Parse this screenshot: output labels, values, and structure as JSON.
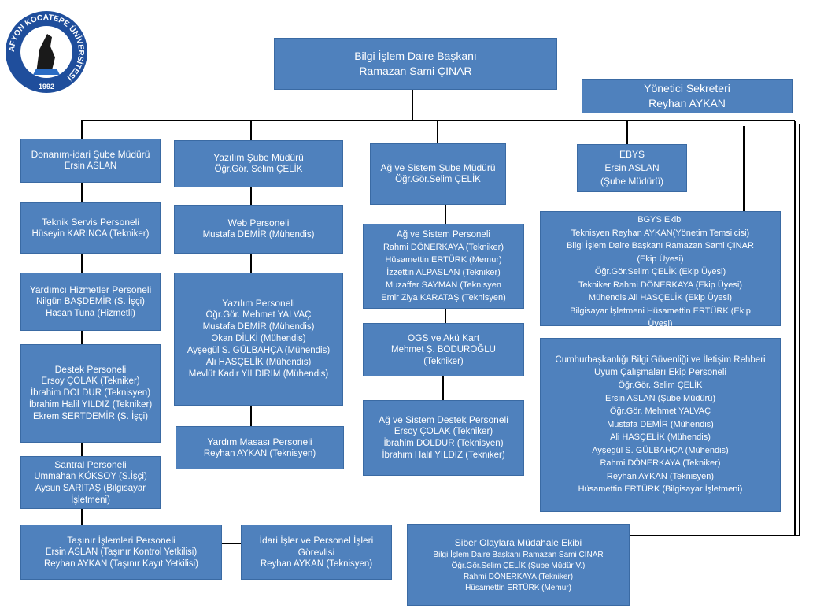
{
  "colors": {
    "box": "#4f81bd",
    "line": "#000000"
  },
  "logo": {
    "text": "AFYON KOCATEPE ÜNİVERSİTESİ",
    "year": "1992"
  },
  "top": {
    "title": "Bilgi İşlem Daire Başkanı",
    "name": "Ramazan Sami ÇINAR"
  },
  "secretary": {
    "title": "Yönetici Sekreteri",
    "name": "Reyhan AYKAN"
  },
  "donanim": {
    "title": "Donanım-idari Şube Müdürü",
    "lines": [
      "Ersin ASLAN"
    ]
  },
  "teknik_servis": {
    "title": "Teknik Servis Personeli",
    "lines": [
      "Hüseyin KARINCA (Tekniker)"
    ]
  },
  "yardimci": {
    "title": "Yardımcı Hizmetler Personeli",
    "lines": [
      "Nilgün BAŞDEMİR (S. İşçi)",
      "Hasan Tuna (Hizmetli)"
    ]
  },
  "destek": {
    "title": "Destek Personeli",
    "lines": [
      "Ersoy ÇOLAK (Tekniker)",
      "İbrahim DOLDUR (Teknisyen)",
      "İbrahim Halil YILDIZ (Tekniker)",
      "Ekrem SERTDEMİR (S. İşçi)"
    ]
  },
  "santral": {
    "title": "Santral  Personeli",
    "lines": [
      "Ummahan KÖKSOY (S.İşçi)",
      "Aysun SARITAŞ (Bilgisayar İşletmeni)"
    ]
  },
  "tasinir": {
    "title": "Taşınır İşlemleri Personeli",
    "lines": [
      "Ersin ASLAN (Taşınır Kontrol   Yetkilisi)",
      "Reyhan AYKAN (Taşınır Kayıt Yetkilisi)"
    ]
  },
  "idari": {
    "title": "İdari  İşler ve Personel  İşleri Görevlisi",
    "lines": [
      "Reyhan AYKAN (Teknisyen)"
    ]
  },
  "yazilim_sube": {
    "title": "Yazılım Şube Müdürü",
    "lines": [
      "Öğr.Gör. Selim ÇELİK"
    ]
  },
  "web": {
    "title": "Web Personeli",
    "lines": [
      "Mustafa DEMİR (Mühendis)"
    ]
  },
  "yazilim_per": {
    "title": "Yazılım Personeli",
    "lines": [
      "Öğr.Gör. Mehmet YALVAÇ",
      "Mustafa DEMİR (Mühendis)",
      "Okan DİLKİ  (Mühendis)",
      "Ayşegül  S. GÜLBAHÇA (Mühendis)",
      "Ali HASÇELİK (Mühendis)",
      "Mevlüt Kadir YILDIRIM (Mühendis)"
    ]
  },
  "yardim_masasi": {
    "title": "Yardım Masası Personeli",
    "lines": [
      "Reyhan AYKAN (Teknisyen)"
    ]
  },
  "ag_sube": {
    "title": "Ağ ve Sistem Şube Müdürü",
    "lines": [
      "Öğr.Gör.Selim ÇELİK"
    ]
  },
  "ag_per": {
    "title": "Ağ ve Sistem Personeli",
    "lines": [
      "Rahmi DÖNERKAYA (Tekniker)",
      "Hüsamettin ERTÜRK (Memur)",
      "İzzettin ALPASLAN (Tekniker)",
      "Muzaffer SAYMAN (Teknisyen",
      "Emir Ziya KARATAŞ (Teknisyen)"
    ]
  },
  "ogs": {
    "title": "OGS ve Akü Kart",
    "lines": [
      "Mehmet Ş. BODUROĞLU",
      "(Tekniker)"
    ]
  },
  "ag_destek": {
    "title": "Ağ ve Sistem Destek Personeli",
    "lines": [
      "Ersoy ÇOLAK (Tekniker)",
      "İbrahim DOLDUR (Teknisyen)",
      "İbrahim Halil YILDIZ (Tekniker)"
    ]
  },
  "siber": {
    "title": "Siber Olaylara Müdahale Ekibi",
    "lines": [
      "Bilgi İşlem Daire Başkanı Ramazan Sami ÇINAR",
      "Öğr.Gör.Selim ÇELİK (Şube Müdür V.)",
      "Rahmi DÖNERKAYA (Tekniker)",
      "Hüsamettin ERTÜRK (Memur)"
    ]
  },
  "ebys": {
    "title": "EBYS",
    "lines": [
      "Ersin ASLAN",
      "(Şube Müdürü)"
    ]
  },
  "bgys": {
    "title": "BGYS  Ekibi",
    "lines": [
      "Teknisyen Reyhan AYKAN(Yönetim Temsilcisi)",
      "Bilgi İşlem Daire Başkanı Ramazan Sami ÇINAR",
      "(Ekip Üyesi)",
      "Öğr.Gör.Selim ÇELİK (Ekip Üyesi)",
      "Tekniker Rahmi DÖNERKAYA (Ekip Üyesi)",
      "Mühendis Ali HASÇELİK (Ekip Üyesi)",
      "Bilgisayar İşletmeni Hüsamettin ERTÜRK (Ekip",
      "Üyesi)"
    ]
  },
  "cumhur": {
    "title": "Cumhurbaşkanlığı Bilgi Güvenliği ve İletişim Rehberi Uyum Çalışmaları Ekip Personeli",
    "lines": [
      "Öğr.Gör. Selim  ÇELİK",
      "Ersin ASLAN (Şube Müdürü)",
      "Öğr.Gör. Mehmet YALVAÇ",
      "Mustafa DEMİR (Mühendis)",
      "Ali HASÇELİK (Mühendis)",
      "Ayşegül  S. GÜLBAHÇA (Mühendis)",
      "Rahmi DÖNERKAYA (Tekniker)",
      "Reyhan AYKAN (Teknisyen)",
      "Hüsamettin ERTÜRK (Bilgisayar İşletmeni)"
    ]
  }
}
